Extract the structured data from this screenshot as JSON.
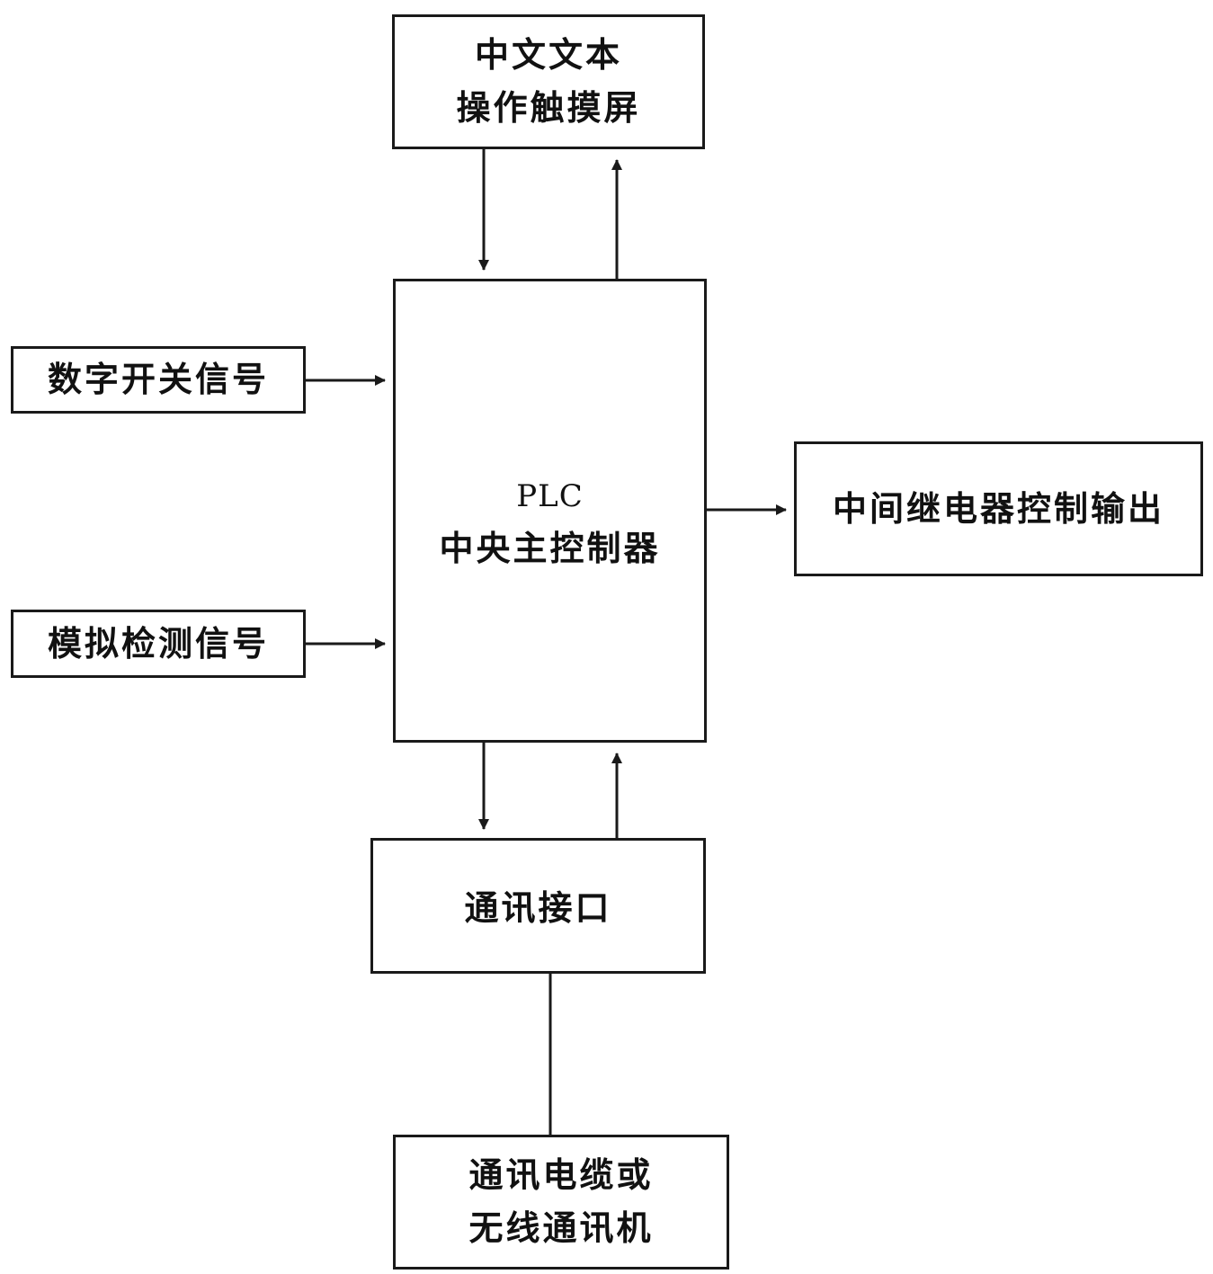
{
  "diagram": {
    "nodes": {
      "touch_screen": {
        "line1": "中文文本",
        "line2": "操作触摸屏"
      },
      "plc": {
        "line1": "PLC",
        "line2": "中央主控制器"
      },
      "digital_signal": {
        "label": "数字开关信号"
      },
      "analog_signal": {
        "label": "模拟检测信号"
      },
      "relay_output": {
        "label": "中间继电器控制输出"
      },
      "comm_interface": {
        "label": "通讯接口"
      },
      "comm_cable": {
        "line1": "通讯电缆或",
        "line2": "无线通讯机"
      }
    },
    "colors": {
      "line": "#1a1a1a",
      "background": "#ffffff"
    }
  }
}
